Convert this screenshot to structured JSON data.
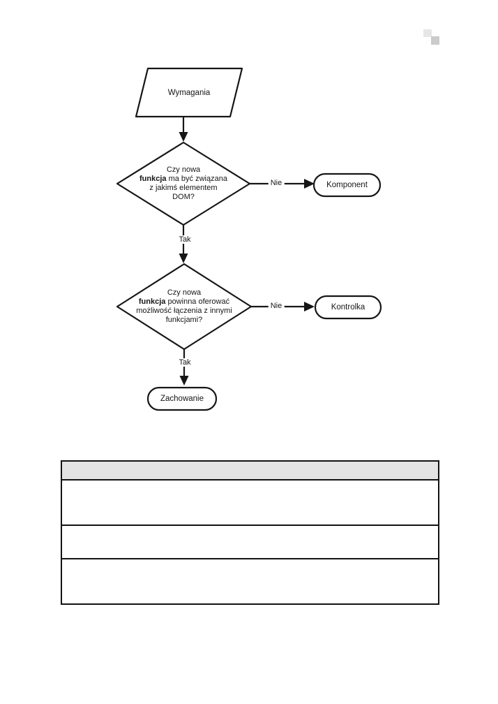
{
  "corner_icon": {
    "light_color": "#e6e6e6",
    "dark_color": "#cbcbcb"
  },
  "flowchart": {
    "stroke_color": "#161616",
    "start": {
      "label": "Wymagania"
    },
    "decision1": {
      "line1": "Czy nowa",
      "line2_bold": "funkcja",
      "line2_rest": " ma być związana",
      "line3": "z jakimś elementem",
      "line4": "DOM?",
      "no_label": "Nie",
      "yes_label": "Tak",
      "no_target": "Komponent"
    },
    "decision2": {
      "line1": "Czy nowa",
      "line2_bold": "funkcja",
      "line2_rest": " powinna oferować",
      "line3": "możliwość łączenia z innymi",
      "line4": "funkcjami?",
      "no_label": "Nie",
      "yes_label": "Tak",
      "no_target": "Kontrolka"
    },
    "terminal": {
      "label": "Zachowanie"
    }
  },
  "table": {
    "header_fill": "#e3e3e3",
    "border_color": "#111111",
    "header_text": "",
    "rows": [
      "",
      "",
      ""
    ]
  }
}
